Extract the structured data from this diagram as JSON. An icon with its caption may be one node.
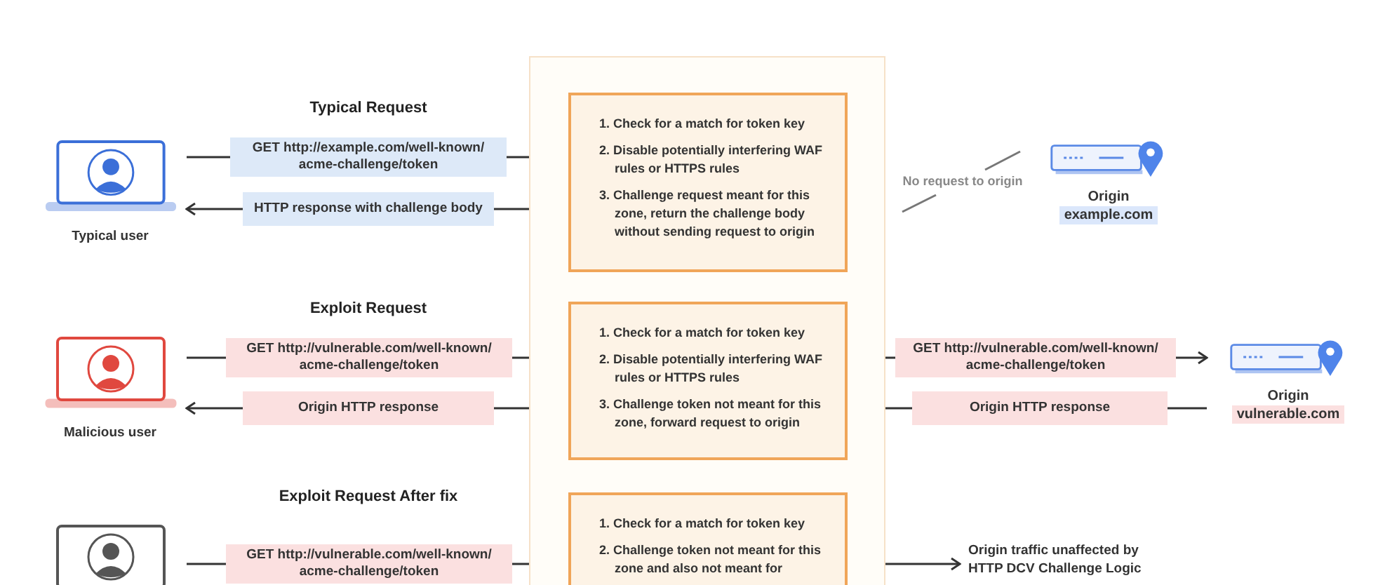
{
  "diagram": {
    "nodes": [
      {
        "text": [],
        "shape": "box"
      },
      {
        "text": [
          "Typical user"
        ]
      },
      {
        "text": [
          "1. Check for a match for token key",
          "2. Disable potentially interfering WAF rules or HTTPS rules",
          "3. Challenge request meant for this zone, return the challenge body without sending request to origin"
        ],
        "in": 0
      },
      {
        "text": [
          "Origin",
          "example.com"
        ]
      },
      {
        "text": [
          "Malicious user"
        ]
      },
      {
        "text": [
          "1. Check for a match for token key",
          "2. Disable potentially interfering WAF rules or HTTPS rules",
          "3. Challenge token not meant for this zone, forward request to origin"
        ],
        "in": 0
      },
      {
        "text": [
          "Origin",
          "vulnerable.com"
        ]
      },
      {
        "text": [],
        "shape": "picture"
      },
      {
        "text": [
          "1. Check for a match for token key",
          "2. Challenge token not meant for this zone and also not meant for"
        ],
        "in": 0
      },
      {
        "text": [
          "Origin traffic unaffected by HTTP DCV Challenge Logic"
        ]
      }
    ],
    "edges": [
      {
        "from": 1,
        "to": 2,
        "arrow": "to",
        "label": "GET http://example.com/well-known/ acme-challenge/token"
      },
      {
        "from": 2,
        "to": 1,
        "arrow": "to",
        "label": "HTTP response with challenge body"
      },
      {
        "from": 4,
        "to": 5,
        "arrow": "to",
        "label": "GET http://vulnerable.com/well-known/ acme-challenge/token"
      },
      {
        "from": 5,
        "to": 4,
        "arrow": "to",
        "label": "Origin HTTP response"
      },
      {
        "from": 5,
        "to": 6,
        "arrow": "to",
        "label": "GET http://vulnerable.com/well-known/ acme-challenge/token"
      },
      {
        "from": 6,
        "to": 5,
        "arrow": "to",
        "label": "Origin HTTP response"
      },
      {
        "from": 7,
        "to": 8,
        "arrow": "to",
        "label": "GET http://vulnerable.com/well-known/ acme-challenge/token"
      },
      {
        "from": 8,
        "to": 9,
        "arrow": "to"
      }
    ],
    "labels": [
      "Typical Request",
      "Exploit Request",
      "Exploit Request After fix",
      "No request to origin"
    ]
  }
}
